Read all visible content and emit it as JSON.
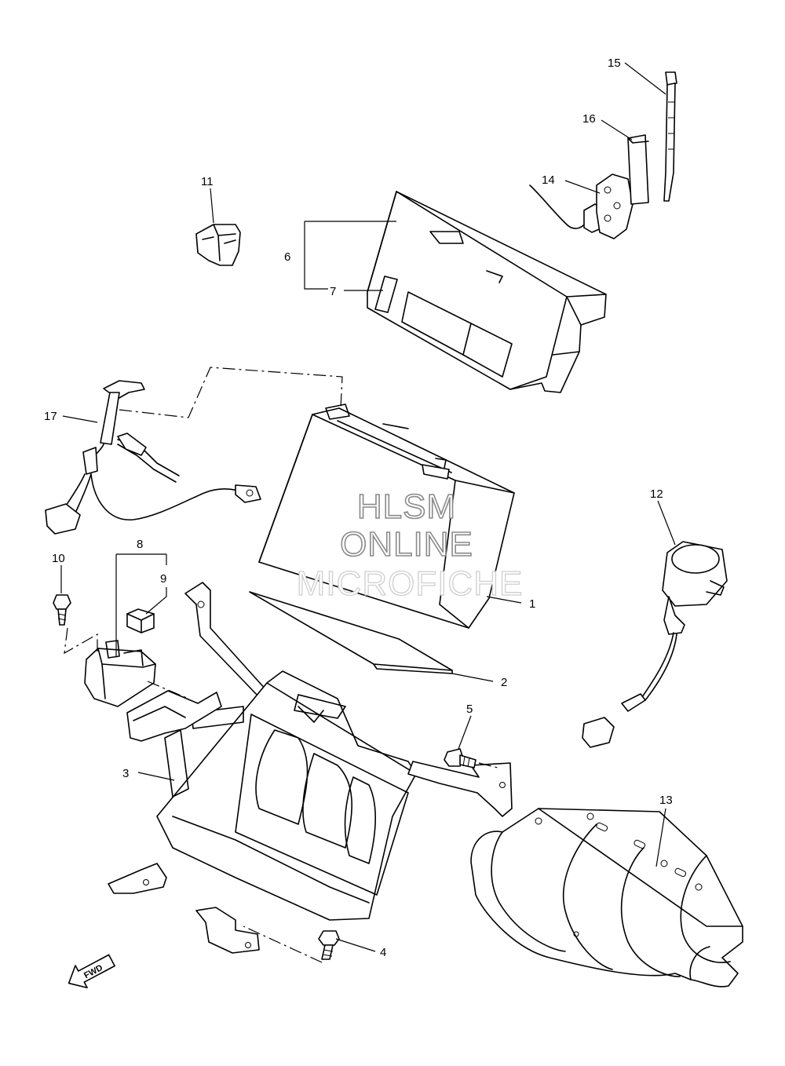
{
  "watermark": {
    "line1": "HLSM",
    "line2": "ONLINE",
    "line3": "MICROFICHE"
  },
  "fwd_label": "FWD",
  "callouts": [
    "1",
    "2",
    "3",
    "4",
    "5",
    "6",
    "7",
    "8",
    "9",
    "10",
    "11",
    "12",
    "13",
    "14",
    "15",
    "16",
    "17"
  ]
}
